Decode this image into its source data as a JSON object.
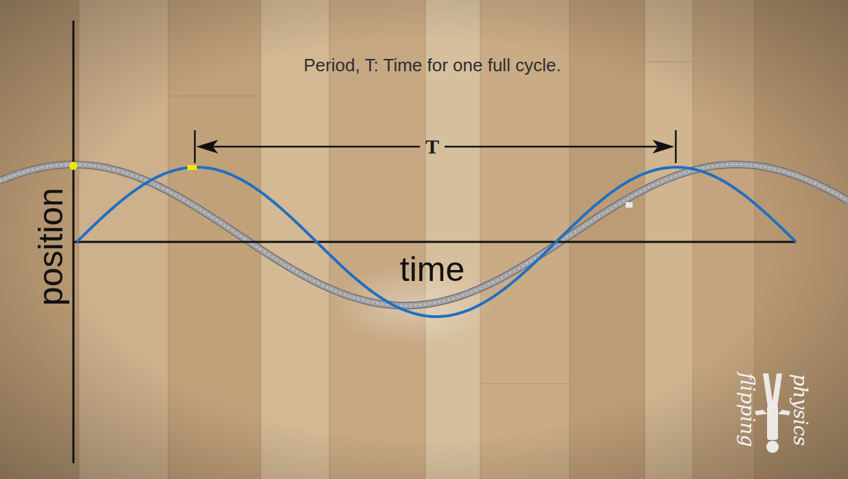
{
  "diagram": {
    "title": "Period, T: Time for one full cycle.",
    "labels": [
      "T",
      "time",
      "position",
      "flipping",
      "physics"
    ]
  }
}
